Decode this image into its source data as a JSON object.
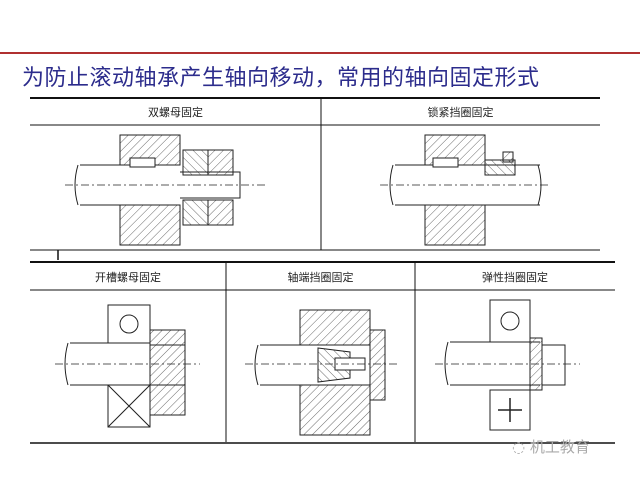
{
  "title": "为防止滚动轴承产生轴向移动，常用的轴向固定形式",
  "panels": {
    "top": [
      {
        "label": "双螺母固定"
      },
      {
        "label": "锁紧挡圈固定"
      }
    ],
    "bottom": [
      {
        "label": "开槽螺母固定"
      },
      {
        "label": "轴端挡圈固定"
      },
      {
        "label": "弹性挡圈固定"
      }
    ]
  },
  "watermark": "机工教育",
  "colors": {
    "title": "#2c2c8c",
    "rule": "#b03030"
  }
}
